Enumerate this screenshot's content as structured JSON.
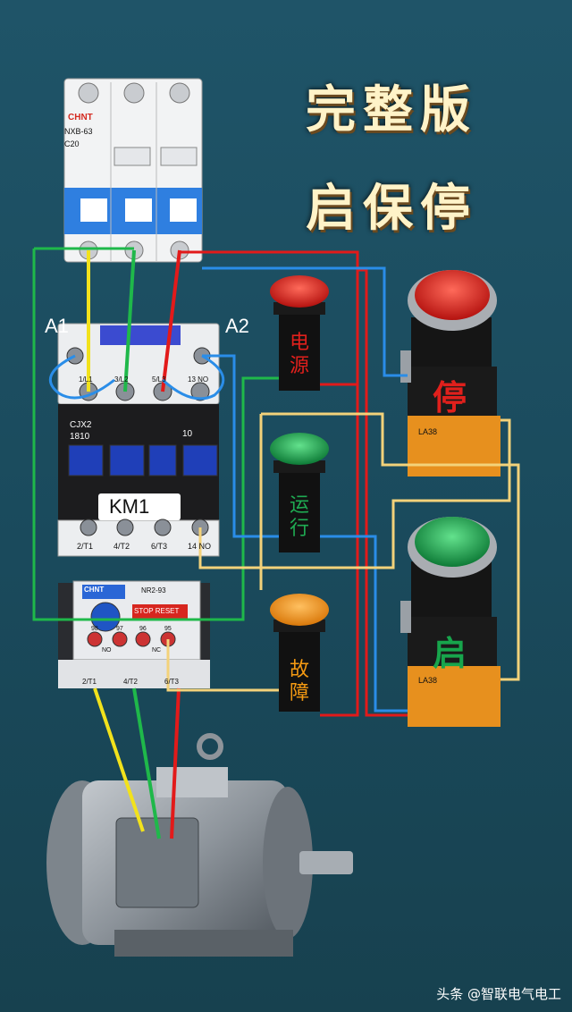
{
  "title": {
    "line1": "完整版",
    "line2": "启保停"
  },
  "breaker": {
    "brand": "CHNT",
    "model": "NXB-63",
    "rating": "C20"
  },
  "contactor": {
    "coil_a1": "A1",
    "coil_a2": "A2",
    "model": "CJX2",
    "model_code": "1810",
    "aux": "10",
    "name": "KM1",
    "terminals_top": [
      "1/L1",
      "3/L2",
      "5/L3",
      "13 NO"
    ],
    "terminals_bottom": [
      "2/T1",
      "4/T2",
      "6/T3",
      "14 NO"
    ]
  },
  "overload": {
    "brand": "CHNT",
    "model": "NR2-93",
    "stop_reset": "STOP RESET",
    "contacts": [
      "NO",
      "NC"
    ],
    "terminals_top": [
      "98",
      "97",
      "96",
      "95"
    ],
    "terminals_bottom": [
      "2/T1",
      "4/T2",
      "6/T3"
    ]
  },
  "lamps": [
    {
      "label": "电源",
      "color": "#e0201c"
    },
    {
      "label": "运行",
      "color": "#1faa52"
    },
    {
      "label": "故障",
      "color": "#f59a12"
    }
  ],
  "buttons": [
    {
      "label": "停",
      "color": "#d8211d",
      "model": "LA38"
    },
    {
      "label": "启",
      "color": "#17a54c",
      "model": "LA38"
    }
  ],
  "watermark": "头条 @智联电气电工"
}
